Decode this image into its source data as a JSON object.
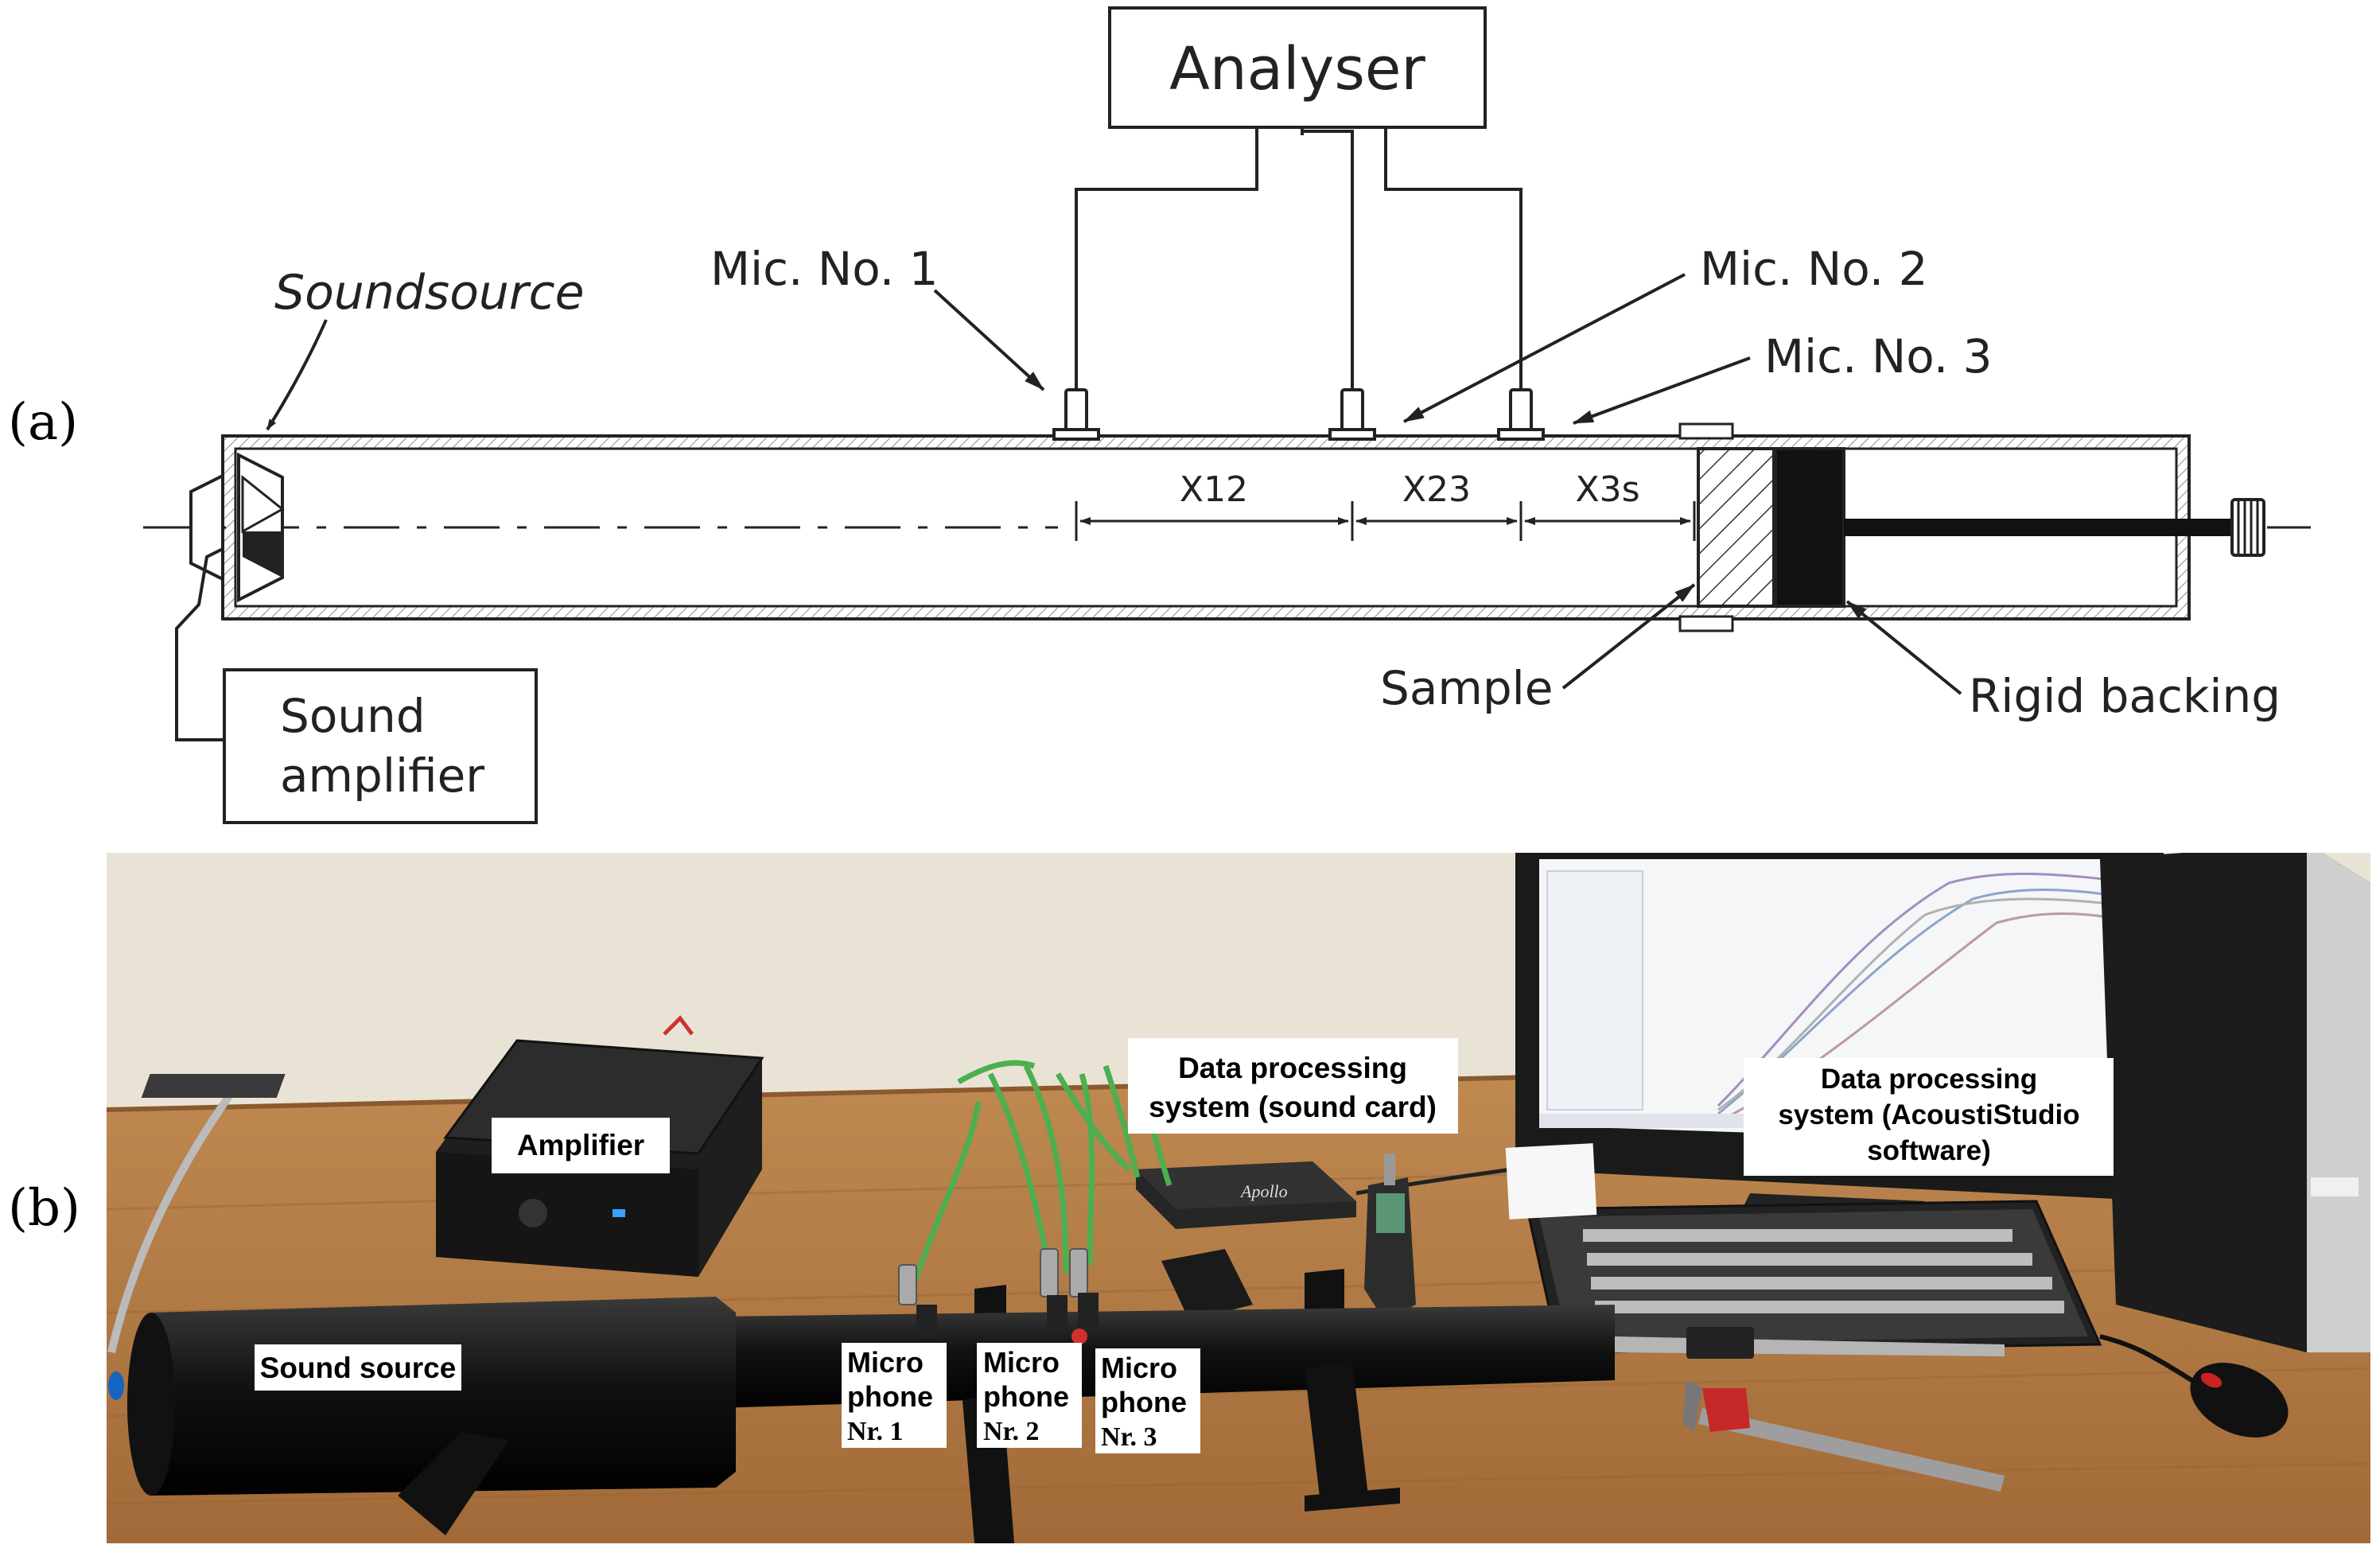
{
  "panel_a": {
    "label": "(a)",
    "analyser": "Analyser",
    "sound_source": "Soundsource",
    "sound_amplifier_line1": "Sound",
    "sound_amplifier_line2": "amplifier",
    "mic1": "Mic. No. 1",
    "mic2": "Mic. No. 2",
    "mic3": "Mic. No. 3",
    "x12": "X12",
    "x23": "X23",
    "x3s": "X3s",
    "sample": "Sample",
    "rigid_backing": "Rigid backing"
  },
  "panel_b": {
    "label": "(b)",
    "amplifier": "Amplifier",
    "sound_source": "Sound source",
    "dps_card_line1": "Data processing",
    "dps_card_line2": "system (sound card)",
    "dps_sw_line1": "Data processing",
    "dps_sw_line2": "system (AcoustiStudio",
    "dps_sw_line3": "software)",
    "mic_line1": "Micro",
    "mic_line2": "phone",
    "mic1_line3": "Nr. 1",
    "mic2_line3": "Nr. 2",
    "mic3_line3": "Nr. 3",
    "device_brand": "Apollo"
  },
  "colors": {
    "cable_green": "#4caf50",
    "wall": "#e8e2d4",
    "desk": "#b07a45",
    "tube_black": "#1a1a1a"
  }
}
